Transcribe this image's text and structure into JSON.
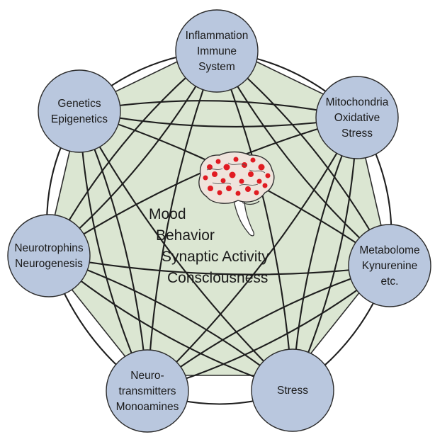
{
  "nodes": [
    {
      "id": "inflammation",
      "lines": [
        "Inflammation",
        "Immune",
        "System"
      ]
    },
    {
      "id": "mitochondria",
      "lines": [
        "Mitochondria",
        "Oxidative",
        "Stress"
      ]
    },
    {
      "id": "metabolome",
      "lines": [
        "Metabolome",
        "Kynurenine",
        "etc."
      ]
    },
    {
      "id": "stress",
      "lines": [
        "Stress"
      ]
    },
    {
      "id": "neurotransmitters",
      "lines": [
        "Neuro-",
        "transmitters",
        "Monoamines"
      ]
    },
    {
      "id": "neurotrophins",
      "lines": [
        "Neurotrophins",
        "Neurogenesis"
      ]
    },
    {
      "id": "genetics",
      "lines": [
        "Genetics",
        "Epigenetics"
      ]
    }
  ],
  "center": {
    "lines": [
      "Mood",
      "Behavior",
      "Synaptic Activity",
      "Consciousness"
    ]
  },
  "colors": {
    "node_fill": "#b9c7de",
    "heptagon_fill": "#dbe6d2",
    "brain_red": "#e11b22"
  },
  "icons": [
    "brain-icon"
  ]
}
